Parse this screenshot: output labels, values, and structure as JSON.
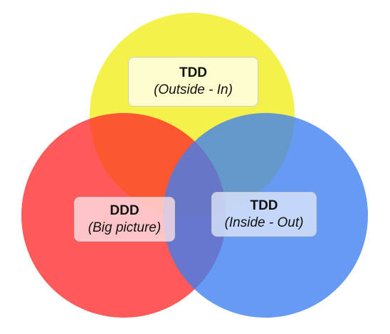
{
  "circles": [
    {
      "id": "top",
      "color": "#F2EE22"
    },
    {
      "id": "left",
      "color": "#FF2C2C"
    },
    {
      "id": "right",
      "color": "#3C7FF0"
    }
  ],
  "labels": {
    "top": {
      "title": "TDD",
      "subtitle": "(Outside - In)"
    },
    "left": {
      "title": "DDD",
      "subtitle": "(Big picture)"
    },
    "right": {
      "title": "TDD",
      "subtitle": "(Inside - Out)"
    }
  }
}
